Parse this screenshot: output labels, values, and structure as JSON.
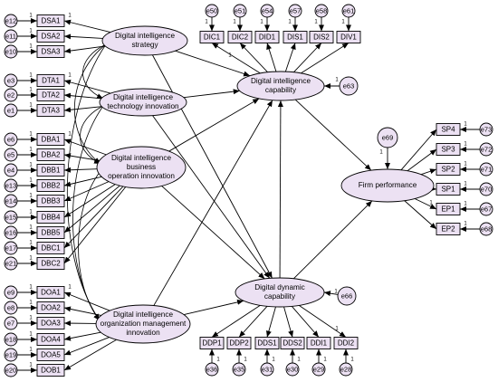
{
  "latents": {
    "dis": {
      "label_lines": [
        "Digital intelligence",
        "strategy"
      ]
    },
    "dti": {
      "label_lines": [
        "Digital intelligence",
        "technology innovation"
      ]
    },
    "dbo": {
      "label_lines": [
        "Digital intelligence",
        "business",
        "operation innovation"
      ]
    },
    "dom": {
      "label_lines": [
        "Digital intelligence",
        "organization management",
        "innovation"
      ]
    },
    "dic": {
      "label_lines": [
        "Digital intelligence",
        "capability"
      ]
    },
    "ddc": {
      "label_lines": [
        "Digital dynamic",
        "capability"
      ]
    },
    "fp": {
      "label_lines": [
        "Firm performance"
      ]
    }
  },
  "indicators": {
    "dis": [
      "DSA1",
      "DSA2",
      "DSA3"
    ],
    "dti": [
      "DTA1",
      "DTA2",
      "DTA3"
    ],
    "dbo": [
      "DBA1",
      "DBA2",
      "DBB1",
      "DBB2",
      "DBB3",
      "DBB4",
      "DBB5",
      "DBC1",
      "DBC2"
    ],
    "dom": [
      "DOA1",
      "DOA2",
      "DOA3",
      "DOA4",
      "DOA5",
      "DOB1"
    ],
    "dic": [
      "DIC1",
      "DIC2",
      "DID1",
      "DIS1",
      "DIS2",
      "DIV1"
    ],
    "ddc": [
      "DDP1",
      "DDP2",
      "DDS1",
      "DDS2",
      "DDI1",
      "DDI2"
    ],
    "fp": [
      "SP4",
      "SP3",
      "SP2",
      "SP1",
      "EP1",
      "EP2"
    ]
  },
  "errors": {
    "left": [
      "e12",
      "e11",
      "e10",
      "e3",
      "e2",
      "e1",
      "e6",
      "e5",
      "e4",
      "e13",
      "e14",
      "e15",
      "e16",
      "e17",
      "e21",
      "e9",
      "e8",
      "e7",
      "e18",
      "e19",
      "e20"
    ],
    "dic_top": [
      "e50",
      "e51",
      "e54",
      "e57",
      "e58",
      "e61"
    ],
    "ddc_bottom": [
      "e36",
      "e35",
      "e31",
      "e30",
      "e29",
      "e28"
    ],
    "fp_right": [
      "e73",
      "e72",
      "e71",
      "e70",
      "e67",
      "e68"
    ],
    "disturbances": {
      "dic": "e63",
      "ddc": "e66",
      "fp": "e69"
    }
  },
  "loading_mark": "1",
  "colors": {
    "fill": "#ece1f3",
    "stroke": "#000000",
    "background": "#ffffff"
  }
}
